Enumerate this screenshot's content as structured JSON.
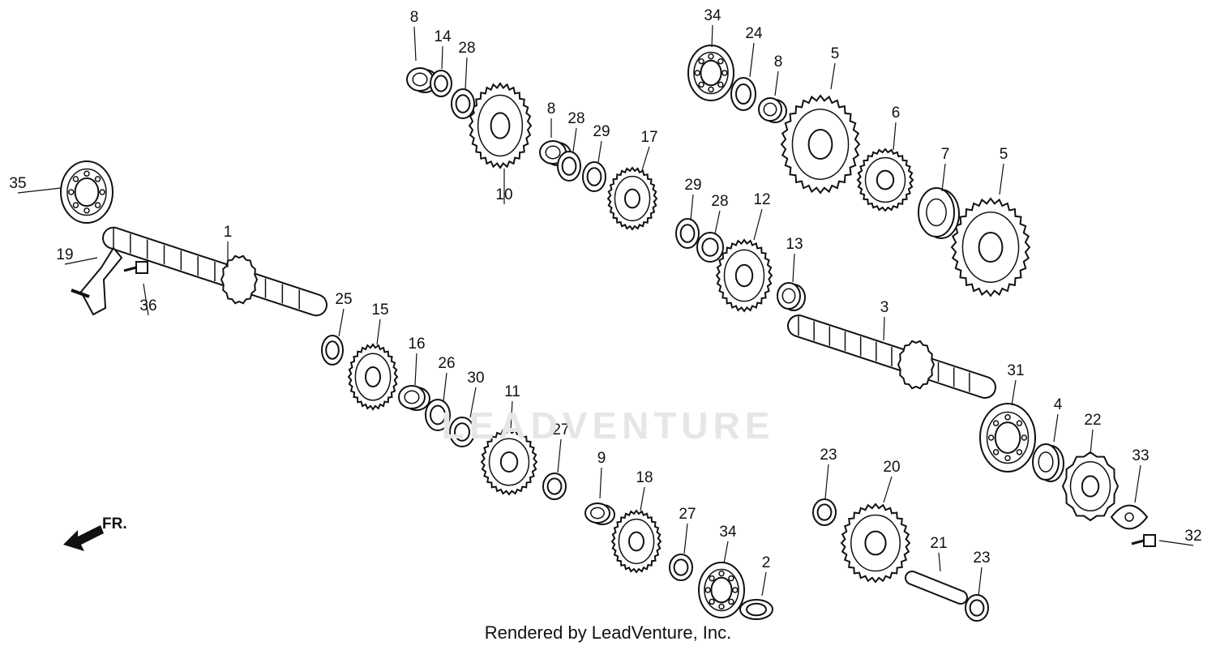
{
  "credit": "Rendered by LeadVenture, Inc.",
  "watermark": "LEADVENTURE",
  "direction_label": "FR.",
  "parts": [
    {
      "num": "1",
      "shape": "shaft"
    },
    {
      "num": "2",
      "shape": "washer"
    },
    {
      "num": "3",
      "shape": "shaft"
    },
    {
      "num": "4",
      "shape": "collar"
    },
    {
      "num": "5",
      "shape": "gear"
    },
    {
      "num": "5",
      "shape": "gear"
    },
    {
      "num": "6",
      "shape": "gear"
    },
    {
      "num": "7",
      "shape": "bushing"
    },
    {
      "num": "8",
      "shape": "bushing"
    },
    {
      "num": "8",
      "shape": "bushing"
    },
    {
      "num": "8",
      "shape": "bushing"
    },
    {
      "num": "9",
      "shape": "bushing"
    },
    {
      "num": "10",
      "shape": "gear"
    },
    {
      "num": "11",
      "shape": "gear"
    },
    {
      "num": "12",
      "shape": "gear"
    },
    {
      "num": "13",
      "shape": "bushing"
    },
    {
      "num": "14",
      "shape": "washer"
    },
    {
      "num": "15",
      "shape": "gear"
    },
    {
      "num": "16",
      "shape": "bushing"
    },
    {
      "num": "17",
      "shape": "gear"
    },
    {
      "num": "18",
      "shape": "gear"
    },
    {
      "num": "19",
      "shape": "bracket"
    },
    {
      "num": "20",
      "shape": "gear"
    },
    {
      "num": "21",
      "shape": "pin"
    },
    {
      "num": "22",
      "shape": "sprocket"
    },
    {
      "num": "23",
      "shape": "washer"
    },
    {
      "num": "23",
      "shape": "washer"
    },
    {
      "num": "24",
      "shape": "washer"
    },
    {
      "num": "25",
      "shape": "washer"
    },
    {
      "num": "26",
      "shape": "washer"
    },
    {
      "num": "27",
      "shape": "washer"
    },
    {
      "num": "27",
      "shape": "washer"
    },
    {
      "num": "28",
      "shape": "washer"
    },
    {
      "num": "28",
      "shape": "washer"
    },
    {
      "num": "28",
      "shape": "washer"
    },
    {
      "num": "29",
      "shape": "clip"
    },
    {
      "num": "29",
      "shape": "clip"
    },
    {
      "num": "30",
      "shape": "clip"
    },
    {
      "num": "31",
      "shape": "bearing"
    },
    {
      "num": "32",
      "shape": "bolt"
    },
    {
      "num": "33",
      "shape": "plate"
    },
    {
      "num": "34",
      "shape": "bearing"
    },
    {
      "num": "34",
      "shape": "bearing"
    },
    {
      "num": "35",
      "shape": "bearing"
    },
    {
      "num": "36",
      "shape": "bolt"
    }
  ]
}
